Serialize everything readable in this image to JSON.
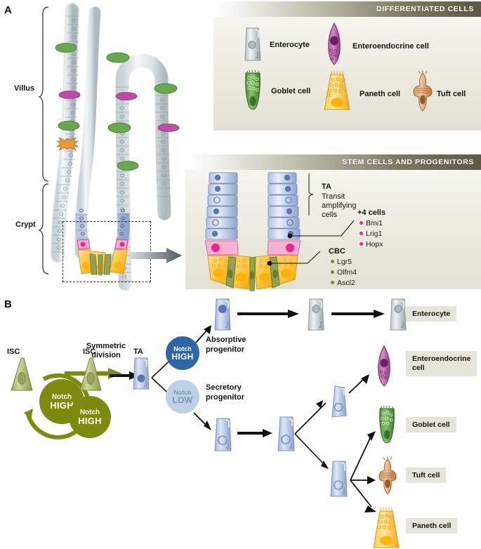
{
  "figure": {
    "panels": [
      {
        "letter": "A"
      },
      {
        "letter": "B"
      }
    ]
  },
  "panelA": {
    "letter": "A",
    "brackets": [
      {
        "label": "Villus"
      },
      {
        "label": "Crypt"
      }
    ],
    "differentiated": {
      "header": "DIFFERENTIATED CELLS",
      "cells": [
        {
          "name": "Enterocyte",
          "color": "#b9c0c4",
          "icon": "enterocyte-cell-icon"
        },
        {
          "name": "Enteroendocrine cell",
          "color": "#a8539a",
          "icon": "enteroendocrine-cell-icon"
        },
        {
          "name": "Goblet cell",
          "color": "#5f9e46",
          "icon": "goblet-cell-icon"
        },
        {
          "name": "Paneth cell",
          "color": "#f5b731",
          "icon": "paneth-cell-icon"
        },
        {
          "name": "Tuft cell",
          "color": "#d09a6a",
          "icon": "tuft-cell-icon"
        }
      ]
    },
    "stemcells": {
      "header": "STEM CELLS AND PROGENITORS",
      "ta": {
        "abbrev": "TA",
        "full": "Transit\namplifying\ncells",
        "line1": "Transit",
        "line2": "amplifying",
        "line3": "cells"
      },
      "plus4": {
        "title": "+4 cells",
        "color": "#d9418b",
        "markers": [
          "Bmi1",
          "Lrig1",
          "Hopx"
        ]
      },
      "cbc": {
        "title": "CBC",
        "color": "#7d8a2e",
        "markers": [
          "Lgr5",
          "Olfm4",
          "Ascl2"
        ]
      }
    }
  },
  "panelB": {
    "letter": "B",
    "isc_label": "ISC",
    "isc_label_2": "ISC",
    "ta_label": "TA",
    "symmetric_division": {
      "line1": "Symmetric",
      "line2": "division"
    },
    "notch_states": [
      {
        "id": "notch-high-cycle",
        "line1": "Notch",
        "line2": "HIGH",
        "bg": "#7d8a0f",
        "fg": "#ffffff"
      },
      {
        "id": "notch-high-isc2",
        "line1": "Notch",
        "line2": "HIGH",
        "bg": "#7d8a0f",
        "fg": "#ffffff"
      },
      {
        "id": "notch-high-absorp",
        "line1": "Notch",
        "line2": "HIGH",
        "bg": "#2f66a8",
        "fg": "#ffffff"
      },
      {
        "id": "notch-low-secret",
        "line1": "Notch",
        "line2": "LOW",
        "bg": "#bcd0e8",
        "fg": "#7e93b5"
      }
    ],
    "progenitors": [
      {
        "line1": "Absorptive",
        "line2": "progenitor"
      },
      {
        "line1": "Secretory",
        "line2": "progenitor"
      }
    ],
    "outcomes": [
      {
        "name": "Enterocyte",
        "line1": "Enterocyte",
        "line2": ""
      },
      {
        "name": "Enteroendocrine cell",
        "line1": "Enteroendocrine",
        "line2": "cell"
      },
      {
        "name": "Goblet cell",
        "line1": "Goblet cell",
        "line2": ""
      },
      {
        "name": "Tuft cell",
        "line1": "Tuft cell",
        "line2": ""
      },
      {
        "name": "Paneth cell",
        "line1": "Paneth cell",
        "line2": ""
      }
    ]
  },
  "colors": {
    "header_dark": "#5d5744",
    "panel_bg": "#eceade",
    "tag_bg": "#e7e5da",
    "enterocyte": "#b9c0c4",
    "enteroendocrine": "#a8539a",
    "goblet": "#5f9e46",
    "paneth": "#f5b731",
    "tuft": "#d09a6a",
    "plus4_pink": "#ea3c96",
    "cbc_olive": "#7d8a2e",
    "progenitor_blue": "#aebddf",
    "notch_high_olive": "#7d8a0f",
    "notch_high_blue": "#2f66a8",
    "notch_low_blue": "#bcd0e8"
  }
}
